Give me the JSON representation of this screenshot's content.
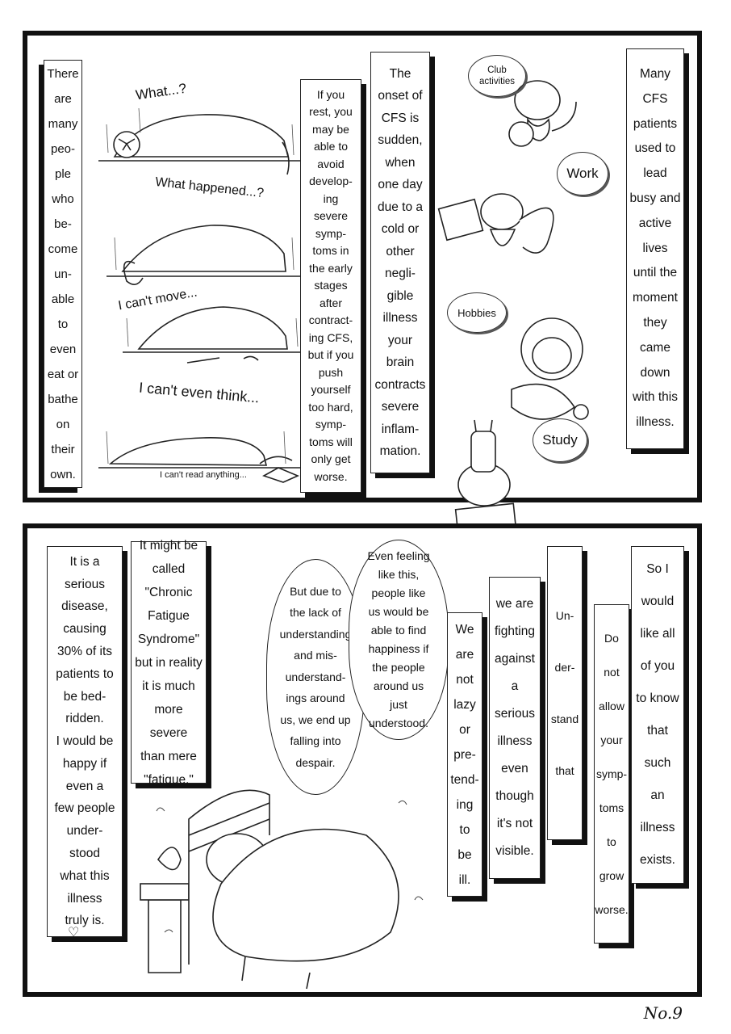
{
  "panel_top": {
    "intro_column": "There\nare\nmany\npeo-\nple\nwho\nbe-\ncome\nun-\nable\nto\neven\neat or\nbathe\non\ntheir\nown.",
    "captions": [
      "What...?",
      "What happened...?",
      "I can't move...",
      "I can't even think...",
      "I can't read anything..."
    ],
    "rest_column": "If you\nrest, you\nmay be\nable to\navoid\ndevelop-\ning\nsevere\nsymp-\ntoms in\nthe early\nstages\nafter\ncontract-\ning CFS,\nbut if you\npush\nyourself\ntoo hard,\nsymp-\ntoms will\nonly get\nworse.",
    "onset_column": "The\nonset of\nCFS is\nsudden,\nwhen\none day\ndue to a\ncold or\nother\nnegli-\ngible\nillness\nyour\nbrain\ncontracts\nsevere\ninflam-\nmation.",
    "activity_tags": [
      "Club\nactivities",
      "Work",
      "Hobbies",
      "Study"
    ],
    "busy_column": "Many\nCFS\npatients\nused to\nlead\nbusy and\nactive\nlives\nuntil the\nmoment\nthey\ncame\ndown\nwith this\nillness."
  },
  "panel_bottom": {
    "serious_column": "It is a\nserious\ndisease,\ncausing\n30% of its\npatients to\nbe bed-\nridden.\nI would be\nhappy if\neven a\nfew people\nunder-\nstood\nwhat this\nillness\ntruly is.",
    "called_column": "It might be\ncalled\n\"Chronic\nFatigue\nSyndrome\"\nbut in reality\nit is much\nmore severe\nthan mere\n\"fatigue.\"",
    "bubble_left": "But due to\nthe lack of\nunderstanding\nand mis-\nunderstand-\nings around\nus, we end up\nfalling into\ndespair.",
    "bubble_right": "Even feeling\nlike this,\npeople like\nus would be\nable to find\nhappiness if\nthe people\naround us\njust\nunderstood.",
    "not_lazy_column": "We\nare\nnot\nlazy\nor\npre-\ntend-\ning\nto\nbe\nill.",
    "fighting_column": "we are\nfighting\nagainst\na\nserious\nillness\neven\nthough\nit's not\nvisible.",
    "understand_column": "Un-\nder-\nstand\nthat",
    "do_not_column": "Do\nnot\nallow\nyour\nsymp-\ntoms\nto\ngrow\nworse.",
    "so_column": "So I\nwould\nlike all\nof you\nto know\nthat\nsuch\nan\nillness\nexists."
  },
  "page_number": "No.9"
}
